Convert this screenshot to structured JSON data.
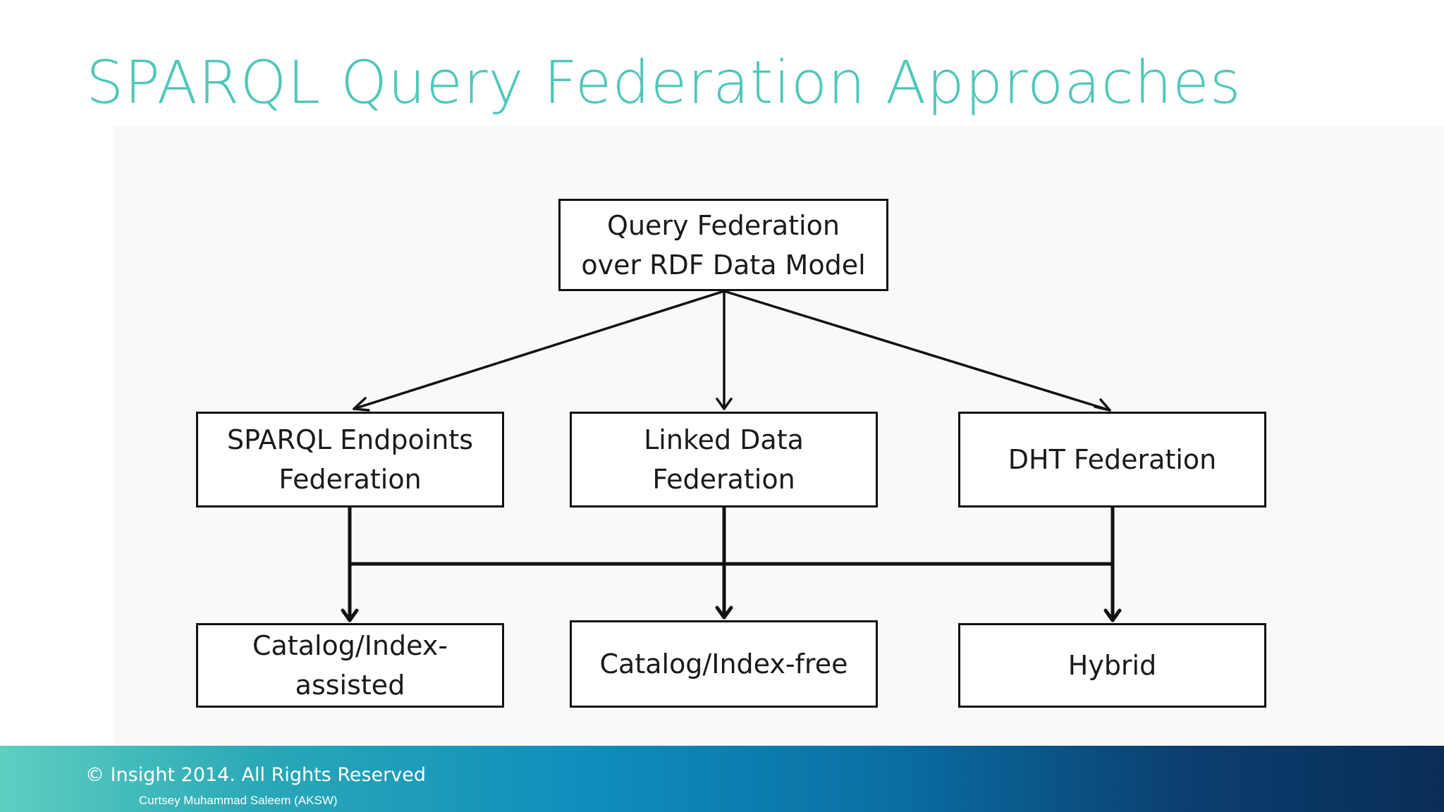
{
  "slide": {
    "title": "SPARQL Query Federation Approaches"
  },
  "diagram": {
    "root": "Query Federation over RDF Data Model",
    "federation_types": [
      "SPARQL Endpoints Federation",
      "Linked Data Federation",
      "DHT Federation"
    ],
    "index_approaches": [
      "Catalog/Index-assisted",
      "Catalog/Index-free",
      "Hybrid"
    ]
  },
  "footer": {
    "copyright": "© Insight 2014. All Rights Reserved",
    "credit": "Curtsey Muhammad Saleem (AKSW)"
  },
  "colors": {
    "title": "#4fc7b9",
    "box_border": "#111111",
    "footer_gradient_start": "#5ecfc0",
    "footer_gradient_end": "#0a2d57"
  }
}
